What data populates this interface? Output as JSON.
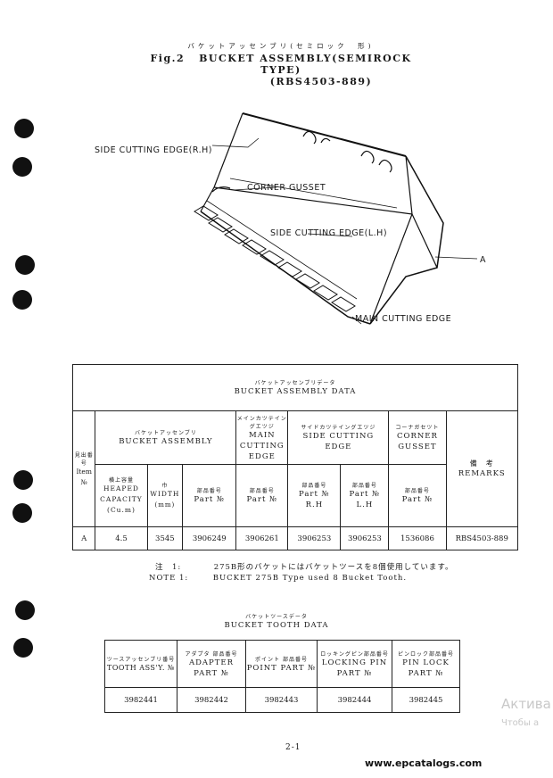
{
  "header": {
    "jp_line": "バケットアッセンブリ(セミロック　形)",
    "fig_label": "Fig.2",
    "title": "BUCKET ASSEMBLY(SEMIROCK TYPE)",
    "part_code": "(RBS4503-889)"
  },
  "figure": {
    "callouts": {
      "side_cutting_edge_rh": "SIDE CUTTING EDGE(R.H)",
      "corner_gusset": "CORNER GUSSET",
      "side_cutting_edge_lh": "SIDE CUTTING EDGE(L.H)",
      "main_cutting_edge": "MAIN CUTTING EDGE",
      "a_marker": "A"
    }
  },
  "assembly_table": {
    "title_jp": "バケットアッセンブリデータ",
    "title_en": "BUCKET ASSEMBLY DATA",
    "item_jp": "見出番号",
    "item_en": "Item №",
    "group_bucket_jp": "バケットアッセンブリ",
    "group_bucket_en": "BUCKET ASSEMBLY",
    "group_main_jp": "メインカツテイングエツジ",
    "group_main_en": "MAIN CUTTING EDGE",
    "group_side_jp": "サイドカツテイングエツジ",
    "group_side_en": "SIDE CUTTING EDGE",
    "group_corner_jp": "コーナガセツト",
    "group_corner_en": "CORNER GUSSET",
    "remarks_jp": "備　考",
    "remarks_en": "REMARKS",
    "sub_capacity_jp": "横上容量",
    "sub_capacity_en": "HEAPED CAPACITY",
    "sub_capacity_unit": "(Cu.m)",
    "sub_width_jp": "巾",
    "sub_width_en": "WIDTH",
    "sub_width_unit": "(mm)",
    "sub_part_jp": "部品番号",
    "sub_part_en": "Part №",
    "sub_rh": "R.H",
    "sub_lh": "L.H",
    "row": {
      "item": "A",
      "capacity": "4.5",
      "width": "3545",
      "bucket_part": "3906249",
      "main_part": "3906261",
      "side_rh": "3906253",
      "side_lh": "3906253",
      "corner": "1536086",
      "remarks": "RBS4503-889"
    }
  },
  "notes": {
    "jp_label": "注　1:",
    "jp_text": "275B形のバケットにはバケットツースを8個使用しています。",
    "en_label": "NOTE 1:",
    "en_text": "BUCKET 275B Type used 8 Bucket Tooth."
  },
  "tooth_table": {
    "title_jp": "バケットツースデータ",
    "title_en": "BUCKET TOOTH DATA",
    "headers": [
      {
        "jp": "ツースアッセンブリ番号",
        "en": "TOOTH ASS'Y. №"
      },
      {
        "jp": "アダプタ 部品番号",
        "en": "ADAPTER PART №"
      },
      {
        "jp": "ポイント 部品番号",
        "en": "POINT PART №"
      },
      {
        "jp": "ロッキングピン部品番号",
        "en": "LOCKING PIN PART №"
      },
      {
        "jp": "ピンロック部品番号",
        "en": "PIN LOCK PART №"
      }
    ],
    "values": [
      "3982441",
      "3982442",
      "3982443",
      "3982444",
      "3982445"
    ]
  },
  "footer": {
    "page_number": "2-1",
    "url": "www.epcatalogs.com",
    "watermark_line1": "Актива",
    "watermark_line2": "Чтобы а"
  }
}
